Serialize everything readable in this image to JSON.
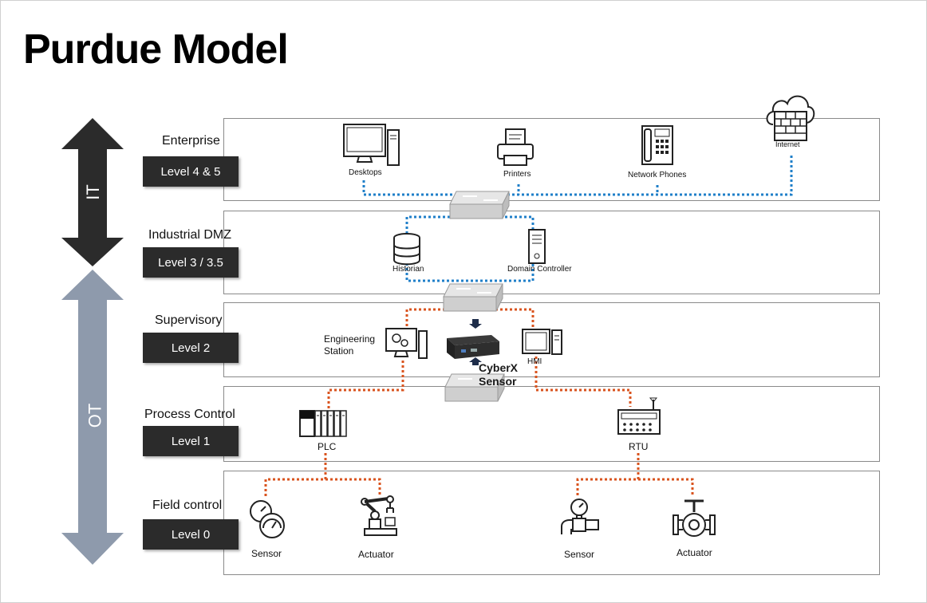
{
  "title": "Purdue Model",
  "arrows": {
    "it": "IT",
    "ot": "OT"
  },
  "levels": [
    {
      "name": "Enterprise",
      "level": "Level 4 & 5"
    },
    {
      "name": "Industrial DMZ",
      "level": "Level 3 / 3.5"
    },
    {
      "name": "Supervisory",
      "level": "Level 2"
    },
    {
      "name": "Process Control",
      "level": "Level 1"
    },
    {
      "name": "Field control",
      "level": "Level 0"
    }
  ],
  "devices": {
    "desktops": "Desktops",
    "printers": "Printers",
    "network_phones": "Network Phones",
    "internet": "Internet",
    "historian": "Historian",
    "domain_controller": "Domain Controller",
    "engineering_station": "Engineering Station",
    "hmi": "HMI",
    "cyberx_sensor": "CyberX Sensor",
    "plc": "PLC",
    "rtu": "RTU",
    "sensor_left": "Sensor",
    "actuator_left": "Actuator",
    "sensor_right": "Sensor",
    "actuator_right": "Actuator"
  },
  "colors": {
    "it_link": "#1f7fc9",
    "ot_link": "#d9531e",
    "it_arrow": "#2b2b2b",
    "ot_arrow": "#8e9aac",
    "level_box": "#2b2b2b"
  },
  "icons": [
    "desktop-icon",
    "printer-icon",
    "phone-icon",
    "cloud-icon",
    "switch-icon",
    "database-icon",
    "server-icon",
    "workstation-icon",
    "appliance-icon",
    "plc-icon",
    "rtu-icon",
    "gauge-icon",
    "robot-arm-icon",
    "pressure-sensor-icon",
    "valve-icon"
  ]
}
